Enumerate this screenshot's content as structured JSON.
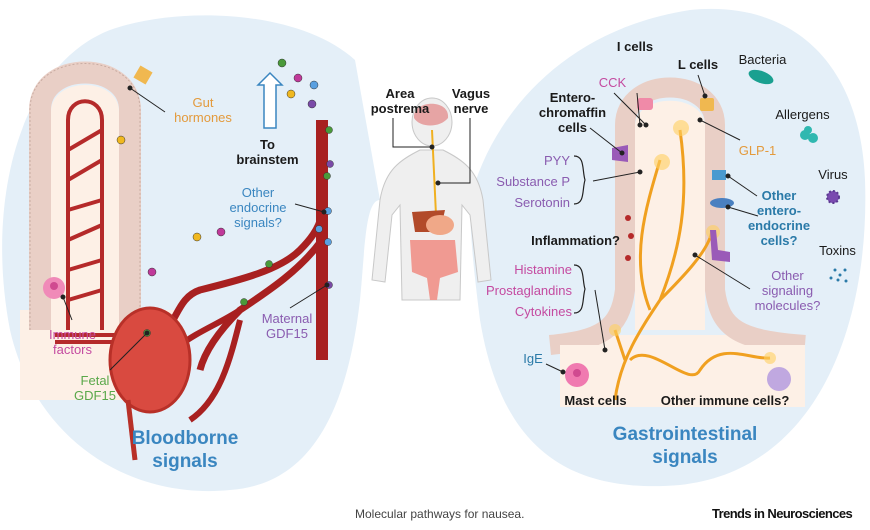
{
  "caption": "Molecular pathways for nausea.",
  "journal": "Trends in Neurosciences",
  "colors": {
    "panel_bg": "#e4eff8",
    "tissue_bg": "#fdf0e6",
    "epithelium": "#e9cfc6",
    "blood_vessel": "#b52a2a",
    "nerve": "#f0a020",
    "title_blue": "#3a86c0"
  },
  "center": {
    "area_postrema": "Area postrema",
    "vagus_nerve": "Vagus nerve"
  },
  "bloodborne": {
    "title_line1": "Bloodborne",
    "title_line2": "signals",
    "gut_hormones": "Gut hormones",
    "to_brainstem": "To brainstem",
    "other_endocrine": "Other endocrine signals?",
    "immune_factors": "Immune factors",
    "maternal_gdf15": "Maternal GDF15",
    "fetal_gdf15": "Fetal GDF15",
    "signal_dots": [
      "#4a9a3a",
      "#c0399a",
      "#5aa0e0",
      "#f0b820",
      "#7a4aa8"
    ]
  },
  "gastrointestinal": {
    "title_line1": "Gastrointestinal",
    "title_line2": "signals",
    "i_cells": "I cells",
    "l_cells": "L cells",
    "cck": "CCK",
    "glp1": "GLP-1",
    "enterochromaffin": "Entero- chromaffin cells",
    "pyy": "PYY",
    "substance_p": "Substance P",
    "serotonin": "Serotonin",
    "inflammation": "Inflammation?",
    "histamine": "Histamine",
    "prostaglandins": "Prostaglandins",
    "cytokines": "Cytokines",
    "ige": "IgE",
    "mast_cells": "Mast cells",
    "other_immune": "Other immune cells?",
    "other_enteroendocrine": "Other entero- endocrine cells?",
    "other_signaling": "Other signaling molecules?",
    "bacteria": "Bacteria",
    "allergens": "Allergens",
    "virus": "Virus",
    "toxins": "Toxins"
  }
}
